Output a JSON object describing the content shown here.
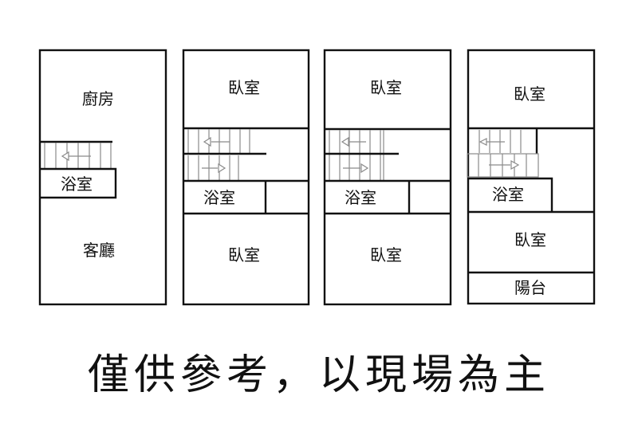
{
  "diagram": {
    "type": "floor-plan",
    "colors": {
      "wall": "#111111",
      "stair": "#8a8a8a",
      "background": "#ffffff"
    },
    "floors": [
      {
        "rooms": [
          "廚房",
          "浴室",
          "客廳"
        ],
        "stairs": "single-flight"
      },
      {
        "rooms": [
          "臥室",
          "浴室",
          "臥室"
        ],
        "stairs": "double-flight"
      },
      {
        "rooms": [
          "臥室",
          "浴室",
          "臥室"
        ],
        "stairs": "double-flight"
      },
      {
        "rooms": [
          "臥室",
          "浴室",
          "臥室",
          "陽台"
        ],
        "stairs": "double-flight"
      }
    ],
    "disclaimer": "僅供參考，以現場為主"
  }
}
